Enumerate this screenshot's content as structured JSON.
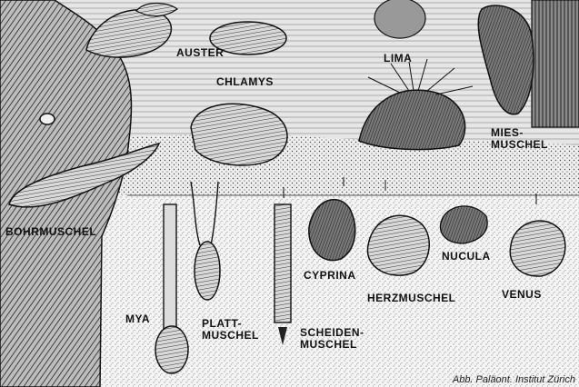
{
  "figure": {
    "labels": {
      "auster": "AUSTER",
      "chlamys": "CHLAMYS",
      "lima": "LIMA",
      "miesmuschel": [
        "MIES-",
        "MUSCHEL"
      ],
      "bohrmuschel": "BOHRMUSCHEL",
      "mya": "MYA",
      "plattmuschel": [
        "PLATT-",
        "MUSCHEL"
      ],
      "scheidenmuschel": [
        "SCHEIDEN-",
        "MUSCHEL"
      ],
      "cyprina": "CYPRINA",
      "herzmuschel": "HERZMUSCHEL",
      "nucula": "NUCULA",
      "venus": "VENUS"
    },
    "credit": "Abb. Paläont. Institut Zürich"
  }
}
